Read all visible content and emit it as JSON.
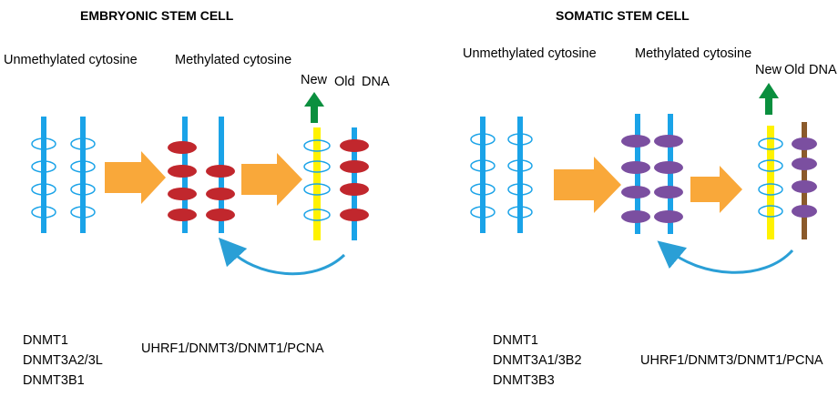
{
  "colors": {
    "strand_blue": "#1aa3e8",
    "unmethylated_ring": "#1aa3e8",
    "methyl_embryonic": "#c1272d",
    "methyl_somatic": "#7b4fa0",
    "new_strand": "#fff200",
    "old_strand_somatic": "#8b5a2b",
    "arrow_fill": "#f9a83a",
    "up_arrow": "#0a8f3e",
    "curved_arrow": "#2a9fd6"
  },
  "embryonic": {
    "title": "EMBRYONIC STEM CELL",
    "unmethylated_label": "Unmethylated cytosine",
    "methylated_label": "Methylated cytosine",
    "new_label": "New",
    "old_label": "Old",
    "dna_label": "DNA",
    "enzymes": [
      "DNMT1",
      "DNMT3A2/3L",
      "DNMT3B1"
    ],
    "maintenance": "UHRF1/DNMT3/DNMT1/PCNA"
  },
  "somatic": {
    "title": "SOMATIC STEM CELL",
    "unmethylated_label": "Unmethylated cytosine",
    "methylated_label": "Methylated cytosine",
    "new_label": "New",
    "old_label": "Old",
    "dna_label": "DNA",
    "enzymes": [
      "DNMT1",
      "DNMT3A1/3B2",
      "DNMT3B3"
    ],
    "maintenance": "UHRF1/DNMT3/DNMT1/PCNA"
  }
}
